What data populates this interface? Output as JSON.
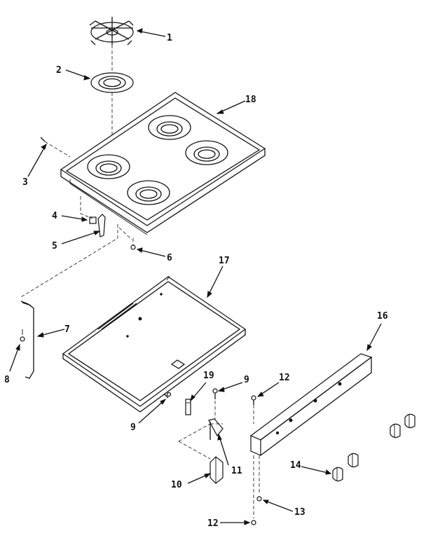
{
  "diagram": {
    "callouts": [
      {
        "id": "c1",
        "text": "1"
      },
      {
        "id": "c2",
        "text": "2"
      },
      {
        "id": "c3",
        "text": "3"
      },
      {
        "id": "c4",
        "text": "4"
      },
      {
        "id": "c5",
        "text": "5"
      },
      {
        "id": "c6",
        "text": "6"
      },
      {
        "id": "c7",
        "text": "7"
      },
      {
        "id": "c8",
        "text": "8"
      },
      {
        "id": "c9a",
        "text": "9"
      },
      {
        "id": "c9b",
        "text": "9"
      },
      {
        "id": "c10",
        "text": "10"
      },
      {
        "id": "c11",
        "text": "11"
      },
      {
        "id": "c12a",
        "text": "12"
      },
      {
        "id": "c12b",
        "text": "12"
      },
      {
        "id": "c13",
        "text": "13"
      },
      {
        "id": "c14",
        "text": "14"
      },
      {
        "id": "c16",
        "text": "16"
      },
      {
        "id": "c17",
        "text": "17"
      },
      {
        "id": "c18",
        "text": "18"
      },
      {
        "id": "c19",
        "text": "19"
      }
    ]
  }
}
